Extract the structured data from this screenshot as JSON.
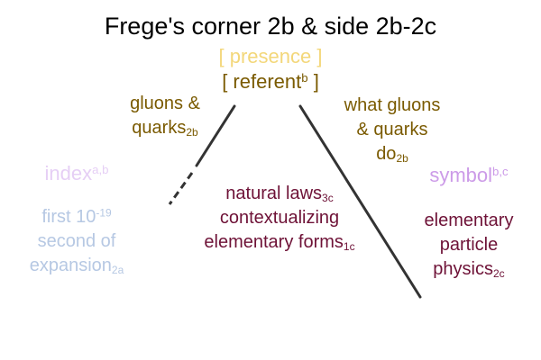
{
  "title": "Frege's corner 2b & side 2b-2c",
  "presence": "[ presence ]",
  "referent": {
    "open": "[ referent",
    "sup": "b",
    "close": " ]"
  },
  "gluons_left": {
    "line1": "gluons &",
    "line2": "quarks",
    "sub": "2b"
  },
  "gluons_right": {
    "line1": "what gluons",
    "line2": "& quarks",
    "line3": "do",
    "sub": "2b"
  },
  "index": {
    "label": "index",
    "sup": "a,b",
    "line1": "first 10",
    "line1_sup": "-19",
    "line2": "second of",
    "line3": "expansion",
    "sub": "2a"
  },
  "natural_laws": {
    "line1": "natural laws",
    "line1_sub": "3c",
    "line2": "contextualizing",
    "line3": "elementary forms",
    "line3_sub": "1c"
  },
  "symbol": {
    "label": "symbol",
    "sup": "b,c",
    "line1": "elementary",
    "line2": "particle",
    "line3": "physics",
    "sub": "2c"
  },
  "colors": {
    "title": "#000000",
    "presence": "#f3d77a",
    "referent": "#7a5a00",
    "gluons": "#7a5a00",
    "index": "#e6cff5",
    "index_text": "#b6c8e3",
    "natural_laws": "#6e1237",
    "symbol_label": "#cc9be8",
    "symbol_text": "#6e1237",
    "line": "#333333"
  }
}
